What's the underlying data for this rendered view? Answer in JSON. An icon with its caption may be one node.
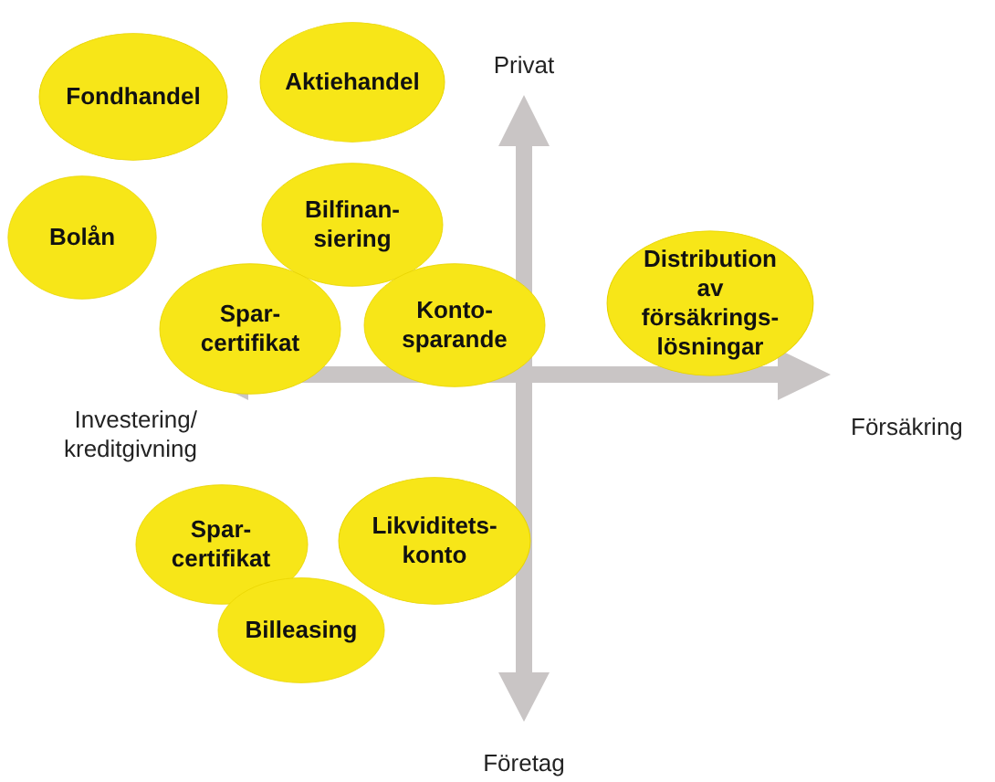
{
  "diagram": {
    "nodes": [
      {
        "text": [
          "Fondhandel"
        ]
      },
      {
        "text": [
          "Aktiehandel"
        ]
      },
      {
        "text": [
          "Bolån"
        ]
      },
      {
        "text": [
          "Bilfinan- siering"
        ]
      },
      {
        "text": [
          "Spar- certifikat"
        ]
      },
      {
        "text": [
          "Konto- sparande"
        ]
      },
      {
        "text": [
          "Distribution av försäkrings- lösningar"
        ]
      },
      {
        "text": [
          "Spar- certifikat"
        ]
      },
      {
        "text": [
          "Likviditets- konto"
        ]
      },
      {
        "text": [
          "Billeasing"
        ]
      }
    ],
    "edges": [],
    "labels": [
      "Privat",
      "Investering/ kreditgivning",
      "Försäkring",
      "Företag"
    ]
  }
}
